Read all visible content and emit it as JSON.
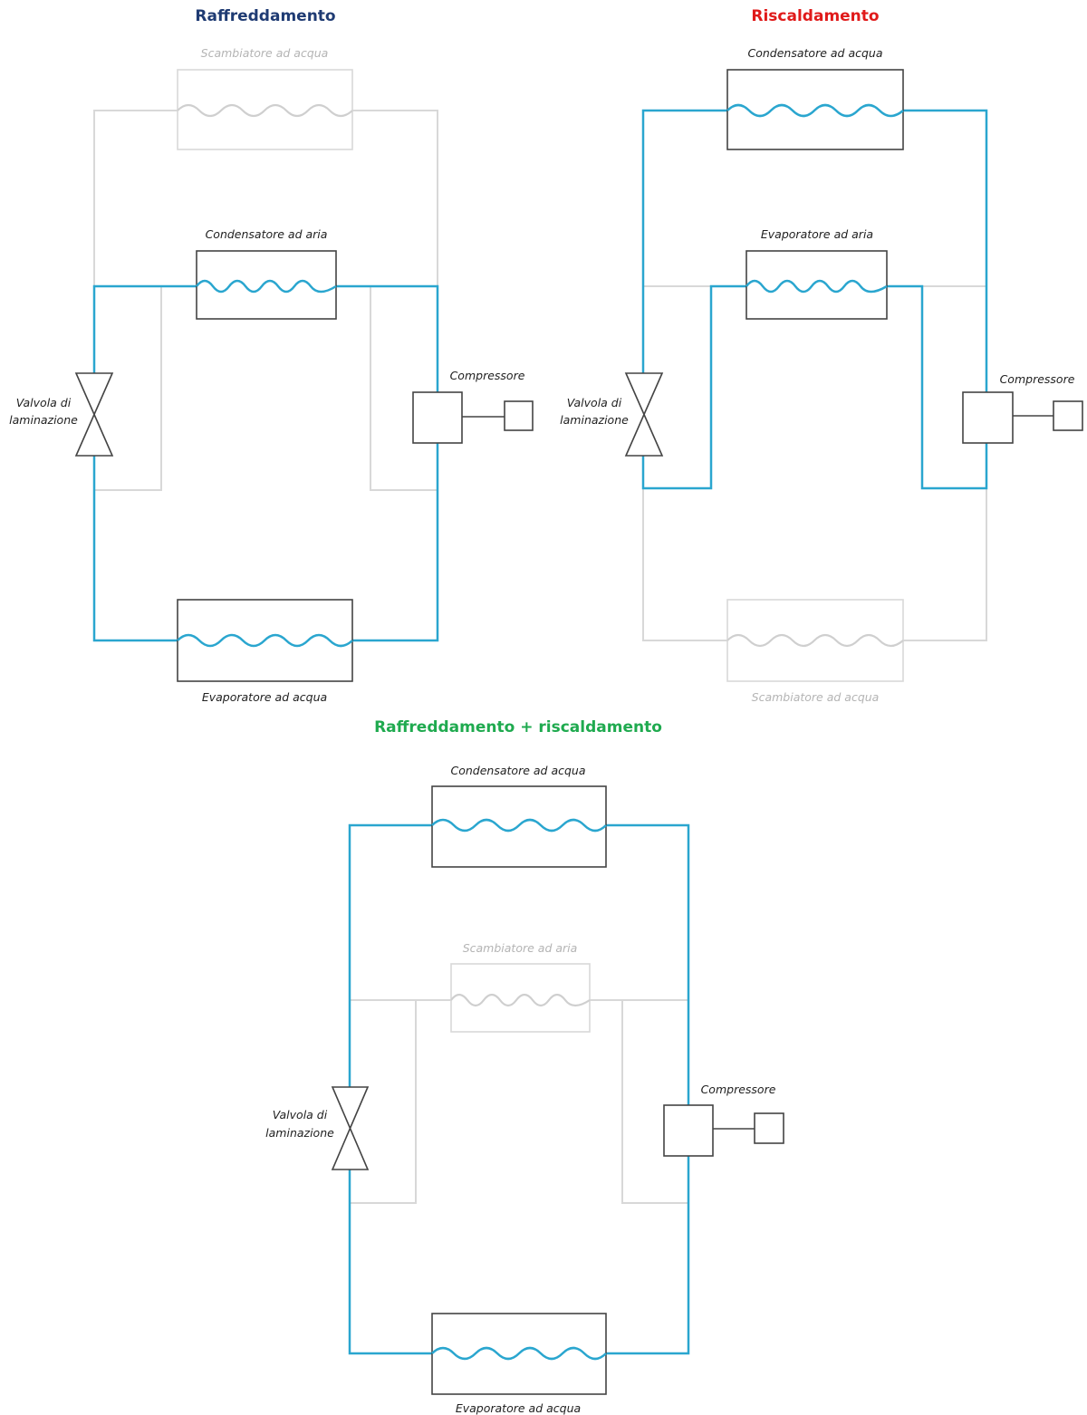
{
  "diagrams": {
    "cooling": {
      "title": "Raffreddamento",
      "title_color": "#1f3b73",
      "water_exchanger_label": "Scambiatore ad acqua",
      "air_condenser_label": "Condensatore ad aria",
      "compressor_label": "Compressore",
      "valve_label_line1": "Valvola di",
      "valve_label_line2": "laminazione",
      "water_evaporator_label": "Evaporatore ad acqua"
    },
    "heating": {
      "title": "Riscaldamento",
      "title_color": "#e01a1a",
      "water_condenser_label": "Condensatore ad acqua",
      "air_evaporator_label": "Evaporatore ad aria",
      "compressor_label": "Compressore",
      "valve_label_line1": "Valvola di",
      "valve_label_line2": "laminazione",
      "water_exchanger_label": "Scambiatore ad acqua"
    },
    "combined": {
      "title": "Raffreddamento + riscaldamento",
      "title_color": "#1faa4f",
      "water_condenser_label": "Condensatore ad acqua",
      "air_exchanger_label": "Scambiatore ad aria",
      "compressor_label": "Compressore",
      "valve_label_line1": "Valvola di",
      "valve_label_line2": "laminazione",
      "water_evaporator_label": "Evaporatore ad acqua"
    }
  },
  "colors": {
    "active_pipe": "#2aa6cf",
    "inactive_pipe": "#d8d8d8",
    "component_outline": "#444444"
  }
}
